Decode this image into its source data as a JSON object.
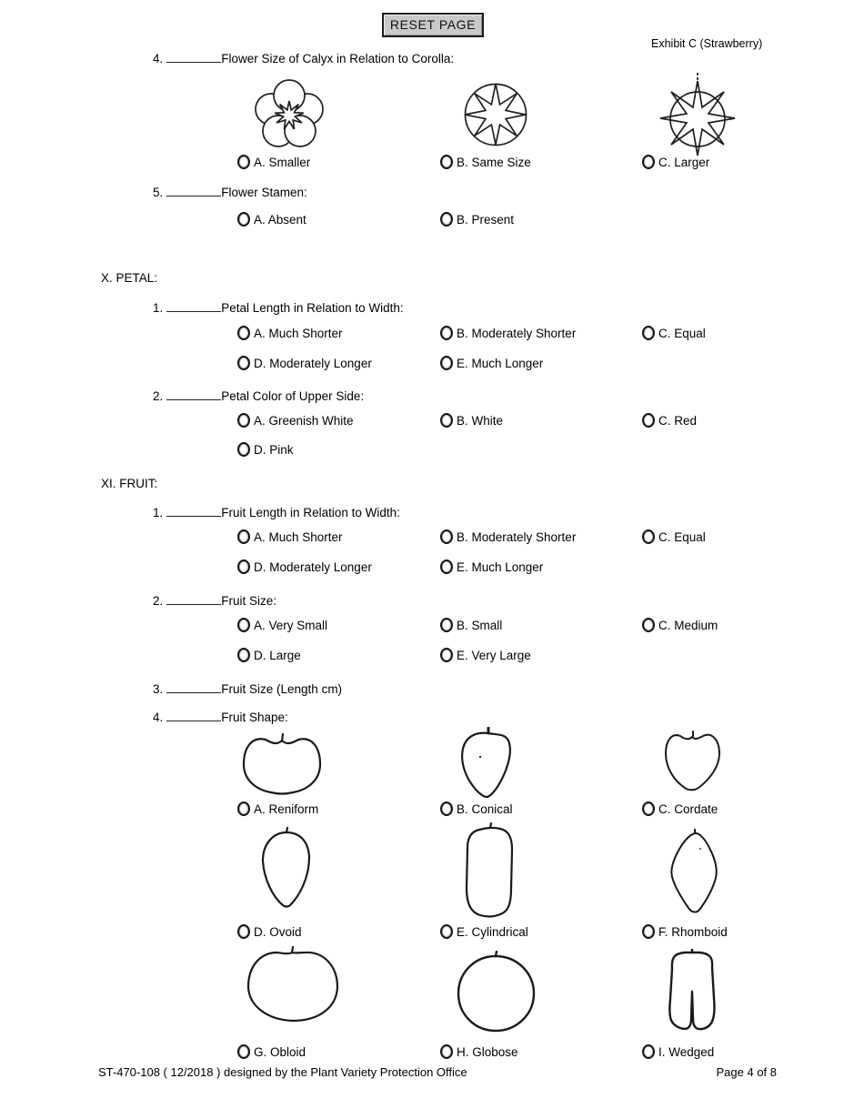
{
  "colors": {
    "button_bg": "#c9c9c9",
    "ink": "#000000"
  },
  "header": {
    "reset_button": "RESET PAGE",
    "exhibit": "Exhibit C (Strawberry)"
  },
  "calyx": {
    "number": "4.",
    "label": "Flower Size of Calyx in Relation to Corolla:",
    "opt_a": "A. Smaller",
    "opt_b": "B. Same Size",
    "opt_c": "C. Larger"
  },
  "stamen": {
    "number": "5.",
    "label": "Flower Stamen:",
    "opt_a": "A. Absent",
    "opt_b": "B. Present"
  },
  "petal": {
    "section": "X. PETAL:",
    "length": {
      "number": "1.",
      "label": "Petal Length in Relation to Width:",
      "opt_a": "A. Much Shorter",
      "opt_b": "B. Moderately Shorter",
      "opt_c": "C. Equal",
      "opt_d": "D. Moderately Longer",
      "opt_e": "E. Much Longer"
    },
    "color": {
      "number": "2.",
      "label": "Petal Color of Upper Side:",
      "opt_a": "A. Greenish White",
      "opt_b": "B. White",
      "opt_c": "C. Red",
      "opt_d": "D. Pink"
    }
  },
  "fruit": {
    "section": "XI. FRUIT:",
    "length": {
      "number": "1.",
      "label": "Fruit Length in Relation to Width:",
      "opt_a": "A. Much Shorter",
      "opt_b": "B. Moderately Shorter",
      "opt_c": "C. Equal",
      "opt_d": "D. Moderately Longer",
      "opt_e": "E. Much Longer"
    },
    "size": {
      "number": "2.",
      "label": "Fruit Size:",
      "opt_a": "A. Very Small",
      "opt_b": "B. Small",
      "opt_c": "C. Medium",
      "opt_d": "D. Large",
      "opt_e": "E. Very Large"
    },
    "size_cm": {
      "number": "3.",
      "label": "Fruit Size (Length cm)"
    },
    "shape": {
      "number": "4.",
      "label": "Fruit Shape:",
      "opt_a": "A. Reniform",
      "opt_b": "B. Conical",
      "opt_c": "C. Cordate",
      "opt_d": "D. Ovoid",
      "opt_e": "E. Cylindrical",
      "opt_f": "F. Rhomboid",
      "opt_g": "G. Obloid",
      "opt_h": "H. Globose",
      "opt_i": "I. Wedged"
    }
  },
  "illustrations": {
    "calyx_smaller": "flower-calyx-smaller-icon",
    "calyx_same_size": "flower-calyx-same-size-icon",
    "calyx_larger": "flower-calyx-larger-icon",
    "reniform": "fruit-reniform-icon",
    "conical": "fruit-conical-icon",
    "cordate": "fruit-cordate-icon",
    "ovoid": "fruit-ovoid-icon",
    "cylindrical": "fruit-cylindrical-icon",
    "rhomboid": "fruit-rhomboid-icon",
    "obloid": "fruit-obloid-icon",
    "globose": "fruit-globose-icon",
    "wedged": "fruit-wedged-icon"
  },
  "footer": {
    "left": "ST-470-108 ( 12/2018 ) designed by the Plant Variety Protection Office",
    "right": "Page 4 of 8"
  }
}
